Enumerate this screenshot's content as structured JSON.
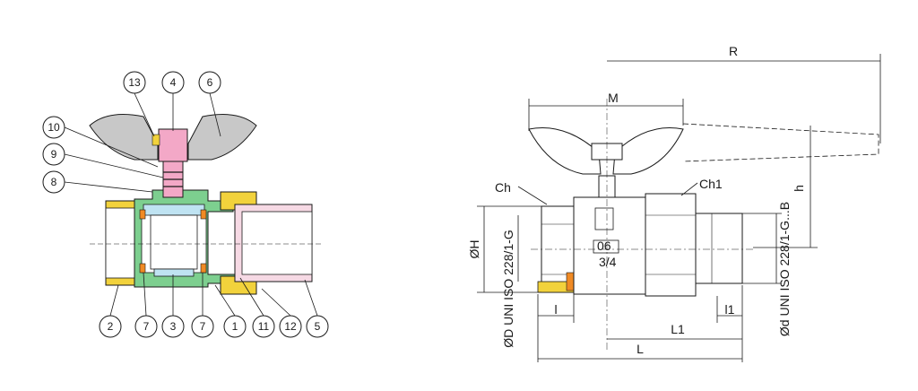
{
  "section_view": {
    "callouts": [
      {
        "id": "c13",
        "label": "13"
      },
      {
        "id": "c4",
        "label": "4"
      },
      {
        "id": "c6",
        "label": "6"
      },
      {
        "id": "c10",
        "label": "10"
      },
      {
        "id": "c9",
        "label": "9"
      },
      {
        "id": "c8",
        "label": "8"
      },
      {
        "id": "c2",
        "label": "2"
      },
      {
        "id": "c7a",
        "label": "7"
      },
      {
        "id": "c3",
        "label": "3"
      },
      {
        "id": "c7b",
        "label": "7"
      },
      {
        "id": "c1",
        "label": "1"
      },
      {
        "id": "c11",
        "label": "11"
      },
      {
        "id": "c12",
        "label": "12"
      },
      {
        "id": "c5",
        "label": "5"
      }
    ],
    "colors": {
      "body": "#7dcf8f",
      "handle": "#c8c8c8",
      "stem": "#f3a8c7",
      "connector": "#f6d9e4",
      "nut": "#f2d23c",
      "ball": "#bfe3f2",
      "seal": "#f08a24",
      "line": "#1a1a1a"
    }
  },
  "side_view": {
    "dimensions": {
      "R": "R",
      "M": "M",
      "h": "h",
      "Ch": "Ch",
      "Ch1": "Ch1",
      "l": "l",
      "l1": "l1",
      "L1": "L1",
      "L": "L",
      "H_diam": "ØH",
      "D_thread": "ØD UNI ISO 228/1-G",
      "d_thread": "Ød UNI ISO 228/1-G...B"
    },
    "markings": {
      "size": "3/4",
      "code": "06"
    }
  }
}
